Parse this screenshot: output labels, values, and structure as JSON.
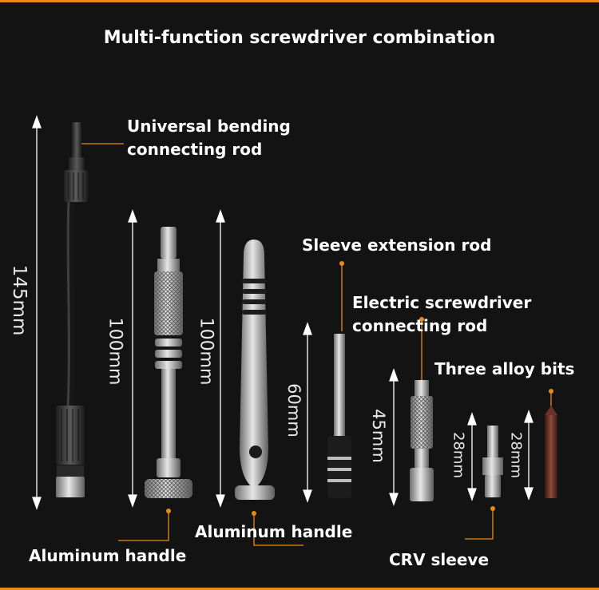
{
  "title": "Multi-function screwdriver combination",
  "labels": {
    "bending_rod": [
      "Universal bending",
      "connecting rod"
    ],
    "sleeve_extension": "Sleeve extension rod",
    "electric_connector": [
      "Electric screwdriver",
      "connecting rod"
    ],
    "alloy_bits": "Three alloy bits",
    "aluminum_handle_left": "Aluminum handle",
    "aluminum_handle_center": "Aluminum handle",
    "crv_sleeve": "CRV sleeve"
  },
  "dimensions": {
    "bending_rod": "145mm",
    "knurled_handle": "100mm",
    "grooved_handle": "100mm",
    "sleeve_extension": "60mm",
    "electric_connector": "45mm",
    "crv_sleeve": "28mm",
    "alloy_bit": "28mm"
  },
  "colors": {
    "background": "#131313",
    "accent_orange": "#e98b14",
    "metal_silver": "#b9b9b9",
    "dark_grey": "#3a3a3a",
    "bit_brown": "#5a2a22",
    "text": "#ffffff"
  }
}
